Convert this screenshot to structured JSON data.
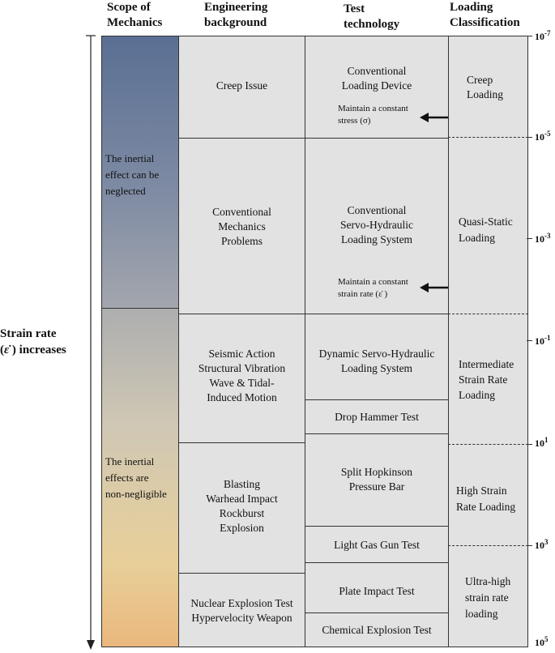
{
  "headers": {
    "scope": "Scope of\nMechanics",
    "engineering": "Engineering\nbackground",
    "test": "Test\ntechnology",
    "loading": "Loading\nClassification"
  },
  "left_label": {
    "line1": "Strain rate",
    "line2_pre": "(",
    "line2_sym": "ε̇",
    "line2_post": " ) increases"
  },
  "scope": {
    "neglected": "The inertial\neffect can be\nneglected",
    "non_negligible": "The inertial\neffects are\nnon-negligible"
  },
  "engineering": {
    "creep": "Creep Issue",
    "conventional": "Conventional\nMechanics\nProblems",
    "seismic": "Seismic Action\nStructural Vibration\nWave & Tidal-\nInduced Motion",
    "blasting": "Blasting\nWarhead Impact\nRockburst\nExplosion",
    "nuclear": "Nuclear Explosion Test\nHypervelocity Weapon"
  },
  "test": {
    "conv_loading": "Conventional\nLoading Device",
    "const_stress": "Maintain a constant\nstress (σ)",
    "servo": "Conventional\nServo-Hydraulic\nLoading System",
    "const_strain": "Maintain a constant\nstrain rate (ε̇ )",
    "dynamic": "Dynamic Servo-Hydraulic\nLoading System",
    "drop": "Drop Hammer Test",
    "shpb": "Split Hopkinson\nPressure Bar",
    "gas": "Light Gas Gun Test",
    "plate": "Plate Impact Test",
    "chemical": "Chemical Explosion Test"
  },
  "loading": {
    "creep": "Creep\nLoading",
    "quasi": "Quasi-Static\nLoading",
    "intermediate": "Intermediate\nStrain Rate\nLoading",
    "high": "High Strain\nRate Loading",
    "ultra": "Ultra-high\nstrain rate\nloading"
  },
  "scale": [
    {
      "base": "10",
      "exp": "-7"
    },
    {
      "base": "10",
      "exp": "-5"
    },
    {
      "base": "10",
      "exp": "-3"
    },
    {
      "base": "10",
      "exp": "-1"
    },
    {
      "base": "10",
      "exp": "1"
    },
    {
      "base": "10",
      "exp": "3"
    },
    {
      "base": "10",
      "exp": "5"
    }
  ]
}
